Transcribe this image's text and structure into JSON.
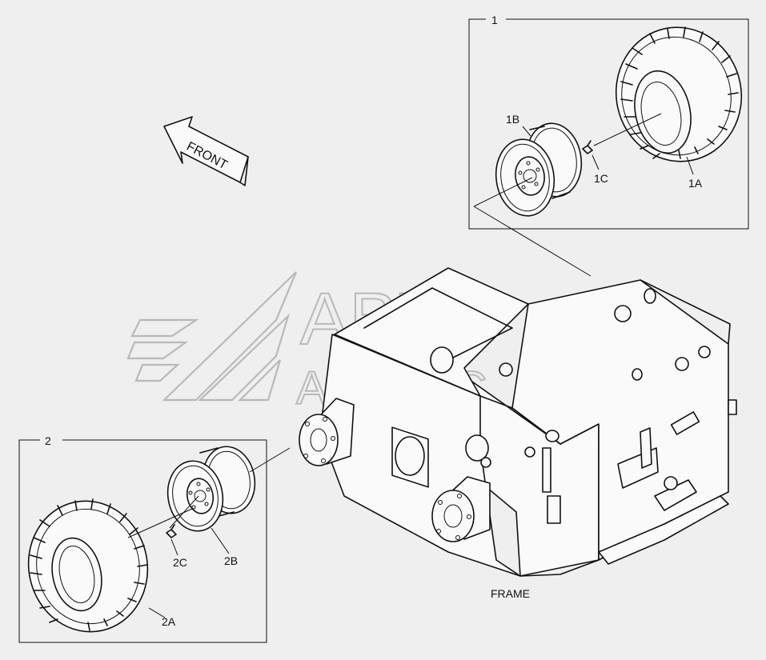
{
  "direction_arrow": {
    "label": "FRONT"
  },
  "frame_label": "FRAME",
  "watermark": {
    "line1": "ABTO",
    "line2": "AABSHC"
  },
  "group1": {
    "number": "1",
    "tire_label": "1A",
    "rim_label": "1B",
    "valve_label": "1C"
  },
  "group2": {
    "number": "2",
    "tire_label": "2A",
    "rim_label": "2B",
    "valve_label": "2C"
  },
  "colors": {
    "background": "#efefef",
    "line": "#111111",
    "watermark": "#b9b9b9"
  }
}
